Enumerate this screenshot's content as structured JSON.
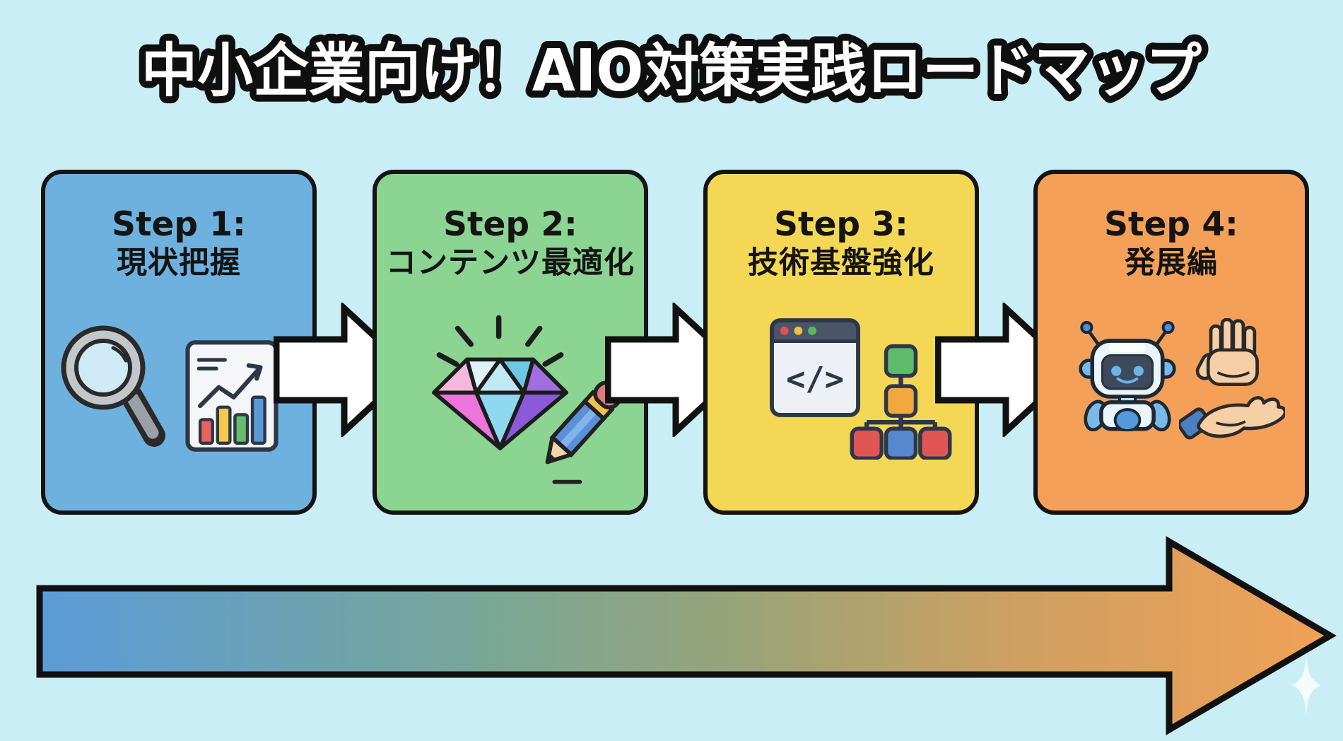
{
  "title": "中小企業向け！AIO対策実践ロードマップ",
  "colors": {
    "background": "#c9eef6",
    "outline": "#141414",
    "connector_arrow_fill": "#ffffff",
    "timeline_gradient_start": "#5b9bd9",
    "timeline_gradient_mid": "#9aa478",
    "timeline_gradient_end": "#f2a156"
  },
  "steps": [
    {
      "step_label": "Step 1:",
      "title_ja": "現状把握",
      "card_color": "#6fb1de",
      "icons": [
        "magnifier-icon",
        "analytics-chart-icon"
      ]
    },
    {
      "step_label": "Step 2:",
      "title_ja": "コンテンツ最適化",
      "card_color": "#8bd491",
      "icons": [
        "diamond-icon",
        "pencil-icon"
      ]
    },
    {
      "step_label": "Step 3:",
      "title_ja": "技術基盤強化",
      "card_color": "#f4d855",
      "code_glyph": "</>",
      "icons": [
        "code-window-icon",
        "sitemap-icon"
      ]
    },
    {
      "step_label": "Step 4:",
      "title_ja": "発展編",
      "card_color": "#f4a058",
      "icons": [
        "robot-icon",
        "helping-hands-icon"
      ]
    }
  ],
  "flow": {
    "direction": "left-to-right",
    "connector_count": 3
  }
}
